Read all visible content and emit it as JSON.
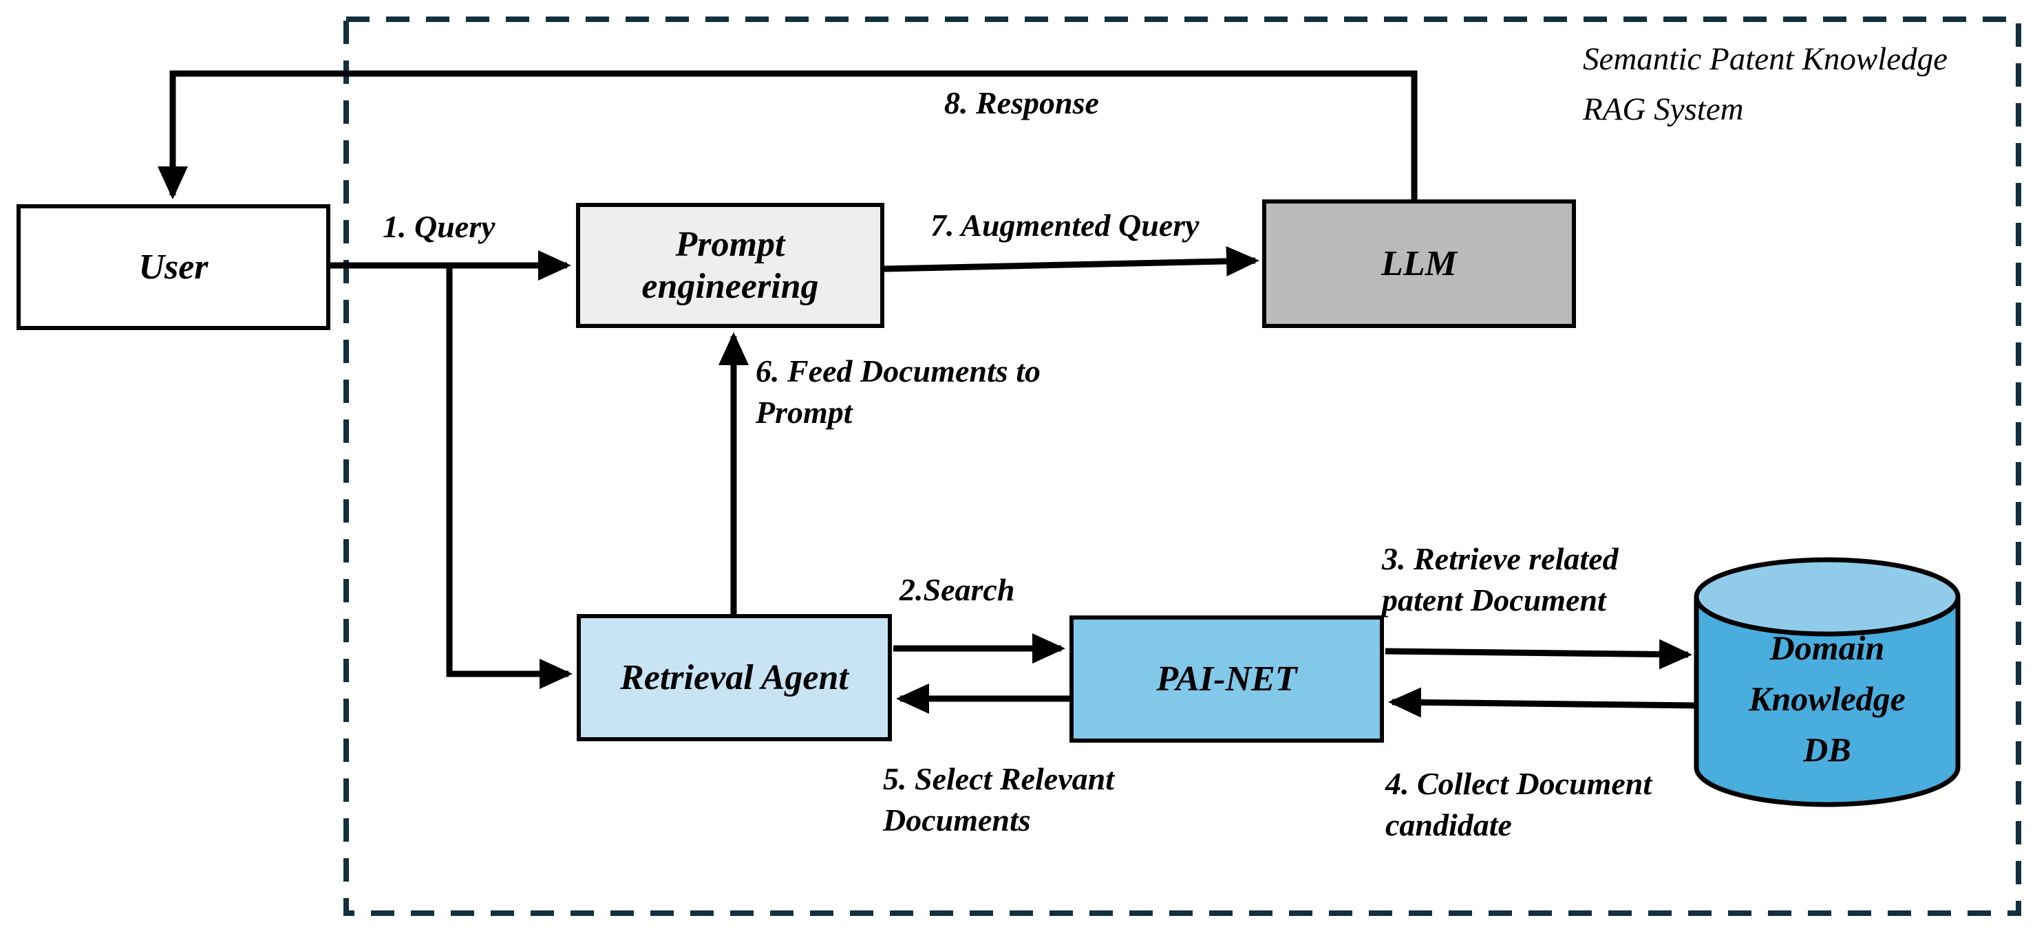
{
  "diagram": {
    "title": "Semantic Patent Knowledge\nRAG System",
    "border_color": "#12303e",
    "line_color": "#000000"
  },
  "nodes": {
    "user": {
      "label": "User",
      "fill": "#ffffff"
    },
    "prompt": {
      "label": "Prompt\nengineering",
      "fill": "#eeeeee"
    },
    "llm": {
      "label": "LLM",
      "fill": "#bababa"
    },
    "retrieval": {
      "label": "Retrieval Agent",
      "fill": "#c8e3f4"
    },
    "painet": {
      "label": "PAI-NET",
      "fill": "#82c8e8"
    },
    "db": {
      "label": "Domain\nKnowledge\nDB",
      "body_fill": "#49addd",
      "top_fill": "#90cce9"
    }
  },
  "edges": {
    "query": {
      "label": "1. Query"
    },
    "search": {
      "label": "2.Search"
    },
    "retrieve": {
      "label": "3. Retrieve related\npatent Document"
    },
    "collect": {
      "label": "4. Collect Document\ncandidate"
    },
    "select": {
      "label": "5. Select Relevant\nDocuments"
    },
    "feed": {
      "label": "6. Feed Documents to\nPrompt"
    },
    "augmented": {
      "label": "7. Augmented Query"
    },
    "response": {
      "label": "8. Response"
    }
  }
}
